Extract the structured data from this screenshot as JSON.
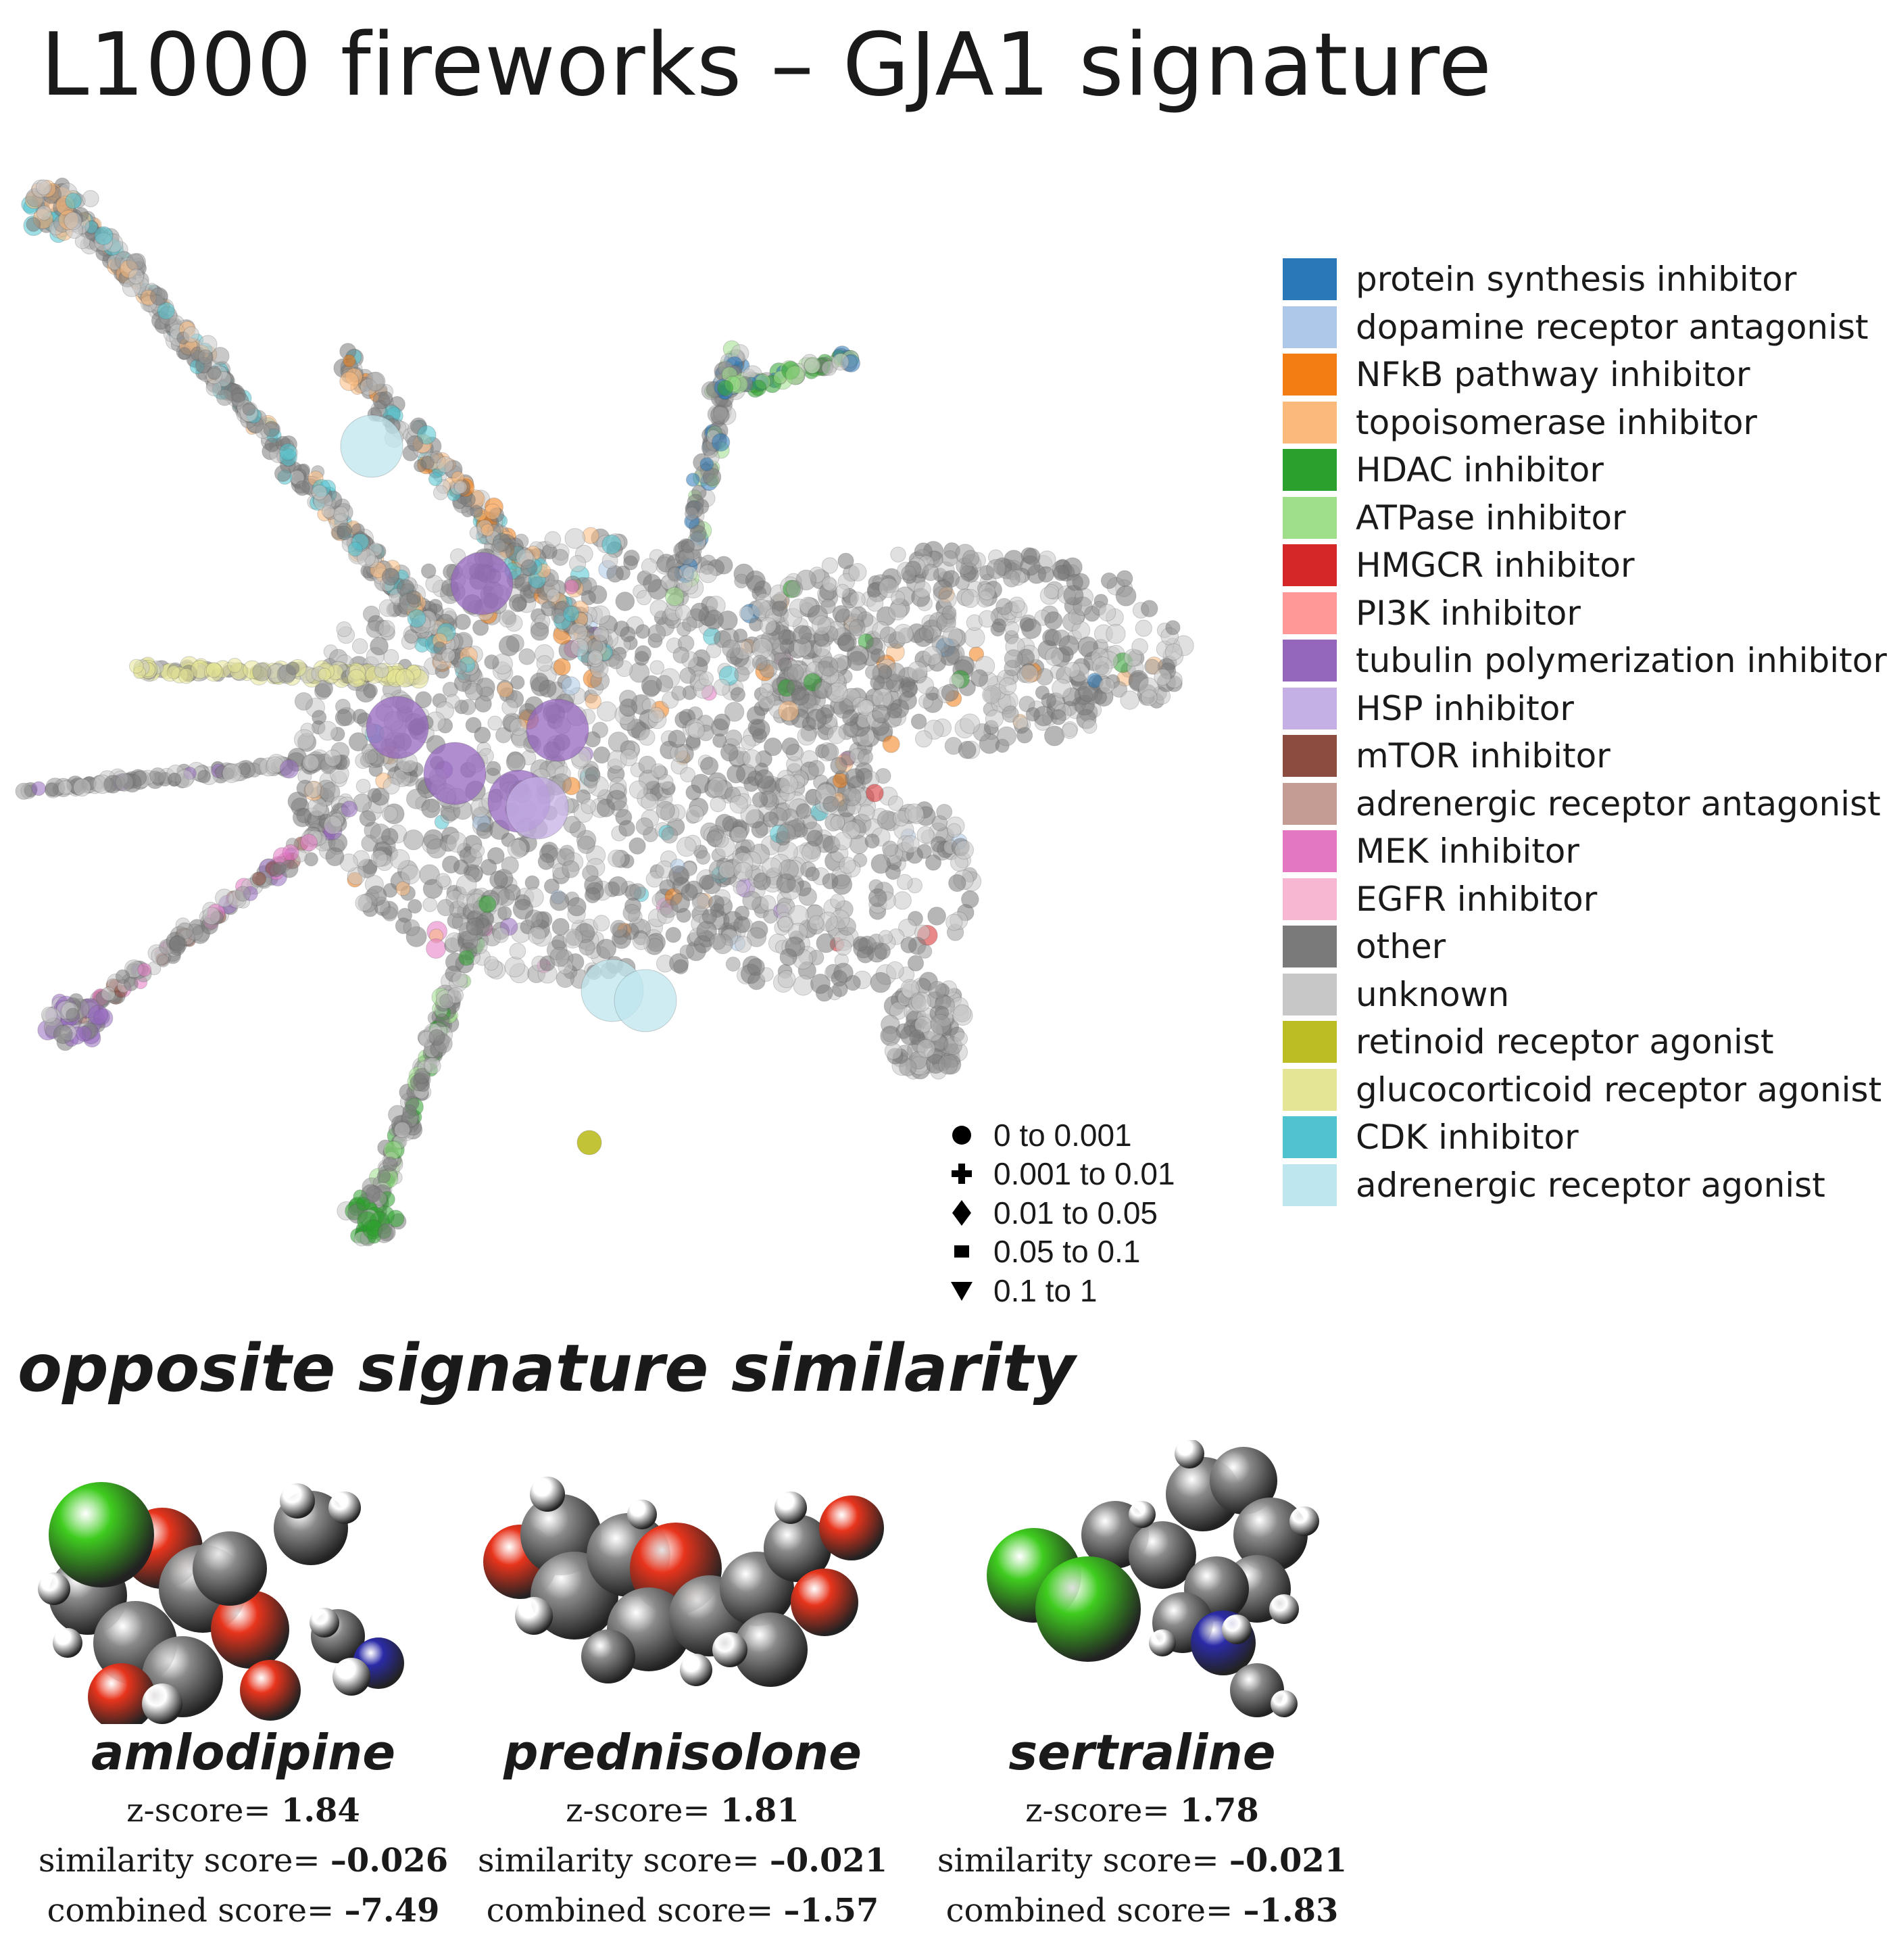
{
  "title": "L1000 fireworks – GJA1 signature",
  "legend": {
    "items": [
      {
        "label": "protein synthesis inhibitor",
        "color": "#2a78b8"
      },
      {
        "label": "dopamine receptor antagonist",
        "color": "#adc8e8"
      },
      {
        "label": "NFkB pathway inhibitor",
        "color": "#f37c13"
      },
      {
        "label": "topoisomerase inhibitor",
        "color": "#fbba7c"
      },
      {
        "label": "HDAC inhibitor",
        "color": "#2ca02c"
      },
      {
        "label": "ATPase inhibitor",
        "color": "#9fdf8a"
      },
      {
        "label": "HMGCR inhibitor",
        "color": "#d62728"
      },
      {
        "label": "PI3K inhibitor",
        "color": "#ff9896"
      },
      {
        "label": "tubulin polymerization inhibitor",
        "color": "#9467bd"
      },
      {
        "label": "HSP inhibitor",
        "color": "#c5b0e6"
      },
      {
        "label": "mTOR inhibitor",
        "color": "#8c4c40"
      },
      {
        "label": "adrenergic receptor antagonist",
        "color": "#c49c94"
      },
      {
        "label": "MEK inhibitor",
        "color": "#e377c2"
      },
      {
        "label": "EGFR inhibitor",
        "color": "#f7b6d2"
      },
      {
        "label": "other",
        "color": "#7a7a7a"
      },
      {
        "label": "unknown",
        "color": "#c7c7c7"
      },
      {
        "label": "retinoid receptor agonist",
        "color": "#bcbd22"
      },
      {
        "label": "glucocorticoid receptor agonist",
        "color": "#e5e596"
      },
      {
        "label": "CDK inhibitor",
        "color": "#4fc3cf"
      },
      {
        "label": "adrenergic receptor agonist",
        "color": "#bde6ee"
      }
    ]
  },
  "pvalue_legend": [
    {
      "symbol": "circle",
      "label": "0 to 0.001"
    },
    {
      "symbol": "plus",
      "label": "0.001 to 0.01"
    },
    {
      "symbol": "diamond",
      "label": "0.01 to 0.05"
    },
    {
      "symbol": "square",
      "label": "0.05 to 0.1"
    },
    {
      "symbol": "triangle-down",
      "label": "0.1 to 1"
    }
  ],
  "subtitle": "opposite signature similarity",
  "drugs": [
    {
      "name": "amlodipine",
      "zscore_label": "z-score=",
      "zscore": "1.84",
      "similarity_label": "similarity score=",
      "similarity": "–0.026",
      "combined_label": "combined score=",
      "combined": "–7.49"
    },
    {
      "name": "prednisolone",
      "zscore_label": "z-score=",
      "zscore": "1.81",
      "similarity_label": "similarity score=",
      "similarity": "–0.021",
      "combined_label": "combined score=",
      "combined": "–1.57"
    },
    {
      "name": "sertraline",
      "zscore_label": "z-score=",
      "zscore": "1.78",
      "similarity_label": "similarity score=",
      "similarity": "–0.021",
      "combined_label": "combined score=",
      "combined": "–1.83"
    }
  ],
  "atom_colors": {
    "carbon": "#8a8a8a",
    "oxygen": "#e8341c",
    "hydrogen": "#ffffff",
    "chlorine": "#3fcc1f",
    "nitrogen": "#2b2ba8"
  }
}
